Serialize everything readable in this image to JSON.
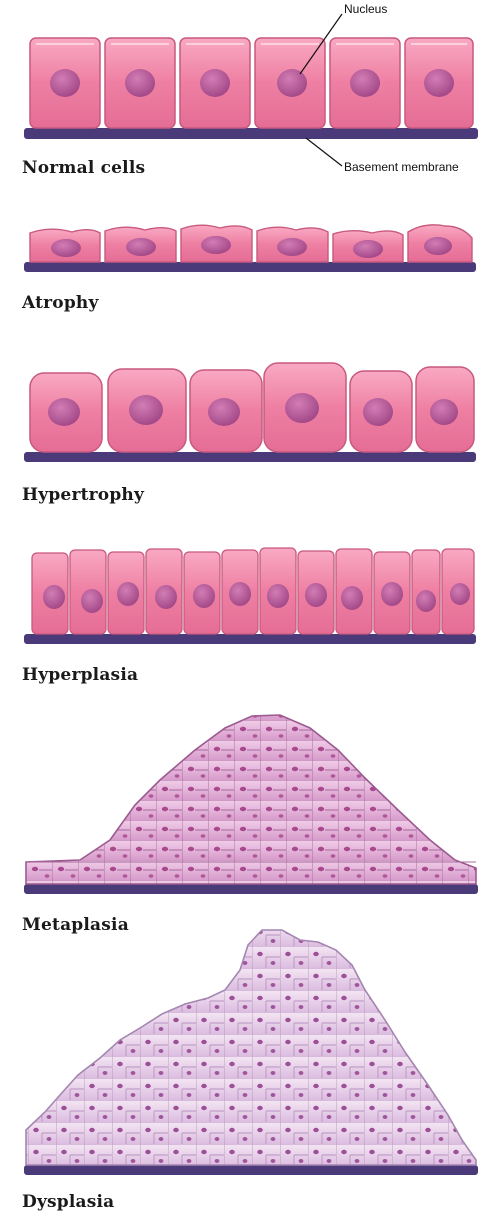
{
  "stages": {
    "normal": {
      "label": "Normal cells"
    },
    "atrophy": {
      "label": "Atrophy"
    },
    "hypertrophy": {
      "label": "Hypertrophy"
    },
    "hyperplasia": {
      "label": "Hyperplasia"
    },
    "metaplasia": {
      "label": "Metaplasia"
    },
    "dysplasia": {
      "label": "Dysplasia"
    }
  },
  "callouts": {
    "nucleus": "Nucleus",
    "basement_membrane": "Basement membrane"
  },
  "colors": {
    "cell_fill": "#ee7fa3",
    "cell_highlight": "#f8b3c9",
    "cell_outline": "#c8597f",
    "nucleus_fill": "#b3538f",
    "membrane": "#4a3a7a",
    "squamous_fill": "#e7b7dd",
    "dysplastic_fill": "#e9d2ec"
  },
  "cell_counts": {
    "normal": 6,
    "atrophy": 6,
    "hypertrophy": 6,
    "hyperplasia": 12
  }
}
